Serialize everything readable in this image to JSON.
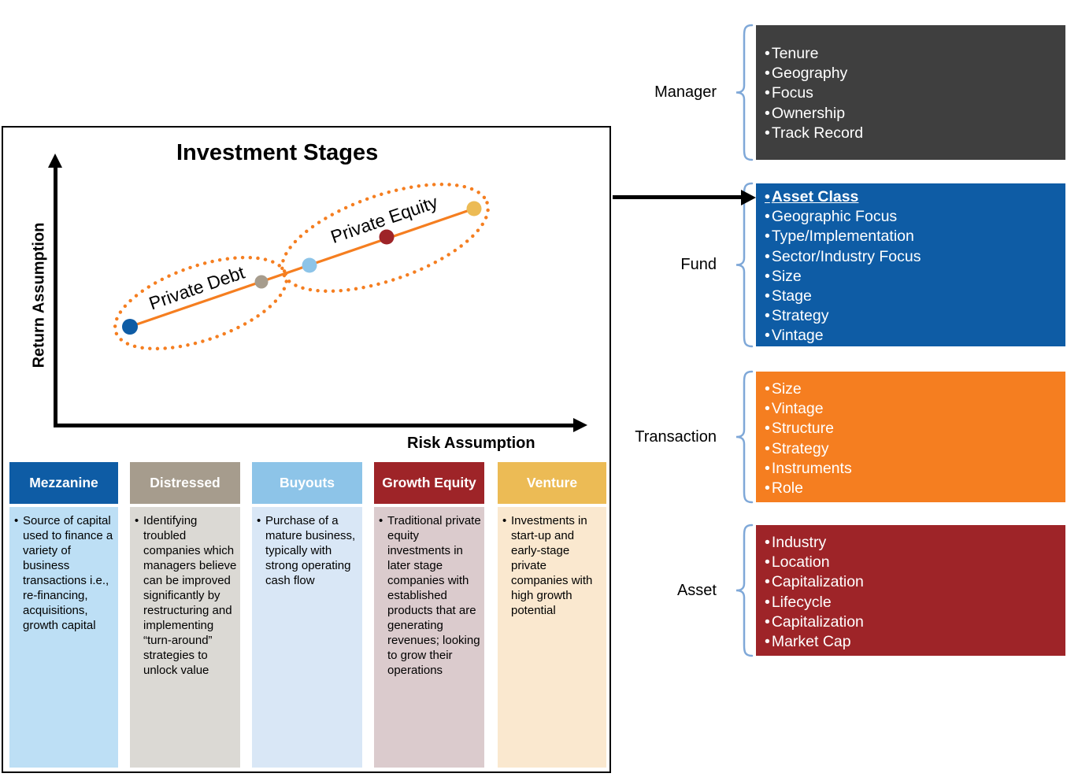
{
  "colors": {
    "orange": "#F57E20",
    "blue_dark": "#0E5CA5",
    "taupe": "#A69C8D",
    "blue_light": "#8DC4E8",
    "red_dark": "#9E2428",
    "gold": "#ECBB55",
    "manager_gray": "#3F3F3F",
    "brace_blue": "#7FA8D8",
    "axis_black": "#000000"
  },
  "chart": {
    "title": "Investment Stages",
    "y_axis_label": "Return Assumption",
    "x_axis_label": "Risk Assumption",
    "group_labels": {
      "private_debt": "Private Debt",
      "private_equity": "Private Equity"
    }
  },
  "chart_data": {
    "type": "scatter",
    "title": "Investment Stages",
    "xlabel": "Risk Assumption",
    "ylabel": "Return Assumption",
    "axes_quantitative": false,
    "legend_position": "none",
    "grid": false,
    "series": [
      {
        "name": "Private Debt",
        "points": [
          {
            "label": "Mezzanine",
            "risk": 1,
            "return": 1
          },
          {
            "label": "Distressed",
            "risk": 2,
            "return": 2
          }
        ]
      },
      {
        "name": "Private Equity",
        "points": [
          {
            "label": "Buyouts",
            "risk": 3,
            "return": 3
          },
          {
            "label": "Growth Equity",
            "risk": 4,
            "return": 4
          },
          {
            "label": "Venture",
            "risk": 5,
            "return": 5
          }
        ]
      }
    ]
  },
  "stages": [
    {
      "name": "Mezzanine",
      "description": "Source of capital used to finance a variety of business transactions i.e., re-financing, acquisitions, growth capital"
    },
    {
      "name": "Distressed",
      "description": "Identifying troubled companies which managers believe can be improved significantly by restructuring and implementing “turn-around” strategies to unlock value"
    },
    {
      "name": "Buyouts",
      "description": "Purchase of a mature business, typically with strong operating cash flow"
    },
    {
      "name": "Growth Equity",
      "description": "Traditional private equity investments in later stage companies with established products that are generating revenues; looking to grow their operations"
    },
    {
      "name": "Venture",
      "description": "Investments in start-up and early-stage private companies with high growth potential"
    }
  ],
  "categories": [
    {
      "label": "Manager",
      "items": [
        "Tenure",
        "Geography",
        "Focus",
        "Ownership",
        "Track Record"
      ]
    },
    {
      "label": "Fund",
      "items": [
        {
          "label": "Asset Class",
          "emphasis": true
        },
        "Geographic Focus",
        "Type/Implementation",
        "Sector/Industry Focus",
        "Size",
        "Stage",
        "Strategy",
        "Vintage"
      ]
    },
    {
      "label": "Transaction",
      "items": [
        "Size",
        "Vintage",
        "Structure",
        "Strategy",
        "Instruments",
        "Role"
      ]
    },
    {
      "label": "Asset",
      "items": [
        "Industry",
        "Location",
        "Capitalization",
        "Lifecycle",
        "Capitalization",
        "Market Cap"
      ]
    }
  ]
}
